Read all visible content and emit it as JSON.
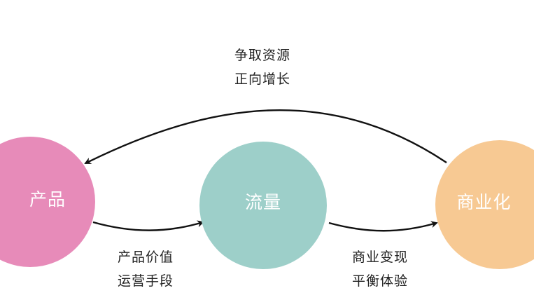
{
  "nodes": {
    "product": {
      "label": "产品",
      "color": "#e78bb9"
    },
    "traffic": {
      "label": "流量",
      "color": "#9dcfc9"
    },
    "commerce": {
      "label": "商业化",
      "color": "#f7c993"
    }
  },
  "edges": {
    "top": {
      "line1": "争取资源",
      "line2": "正向增长"
    },
    "left": {
      "line1": "产品价值",
      "line2": "运营手段"
    },
    "right": {
      "line1": "商业变现",
      "line2": "平衡体验"
    }
  },
  "arrow_color": "#111111"
}
